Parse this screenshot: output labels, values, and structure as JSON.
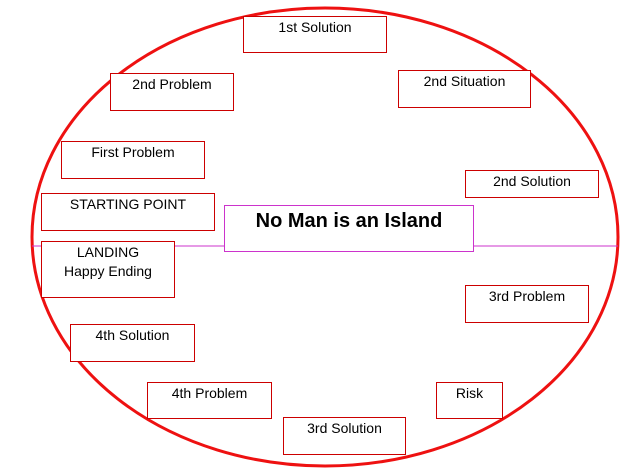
{
  "title": "No Man is an Island",
  "colors": {
    "ellipse": "#ee1111",
    "box_border": "#cc0000",
    "title_border": "#cc33cc",
    "axis_line": "#cc33cc",
    "text": "#000000",
    "background": "#ffffff"
  },
  "nodes": {
    "sol1": "1st Solution",
    "prob2": "2nd Problem",
    "sit2": "2nd Situation",
    "prob1": "First Problem",
    "sol2": "2nd Solution",
    "start": "STARTING POINT",
    "landing_1": "LANDING",
    "landing_2": "Happy Ending",
    "prob3": "3rd Problem",
    "sol4": "4th Solution",
    "prob4": "4th Problem",
    "risk": "Risk",
    "sol3": "3rd Solution"
  }
}
